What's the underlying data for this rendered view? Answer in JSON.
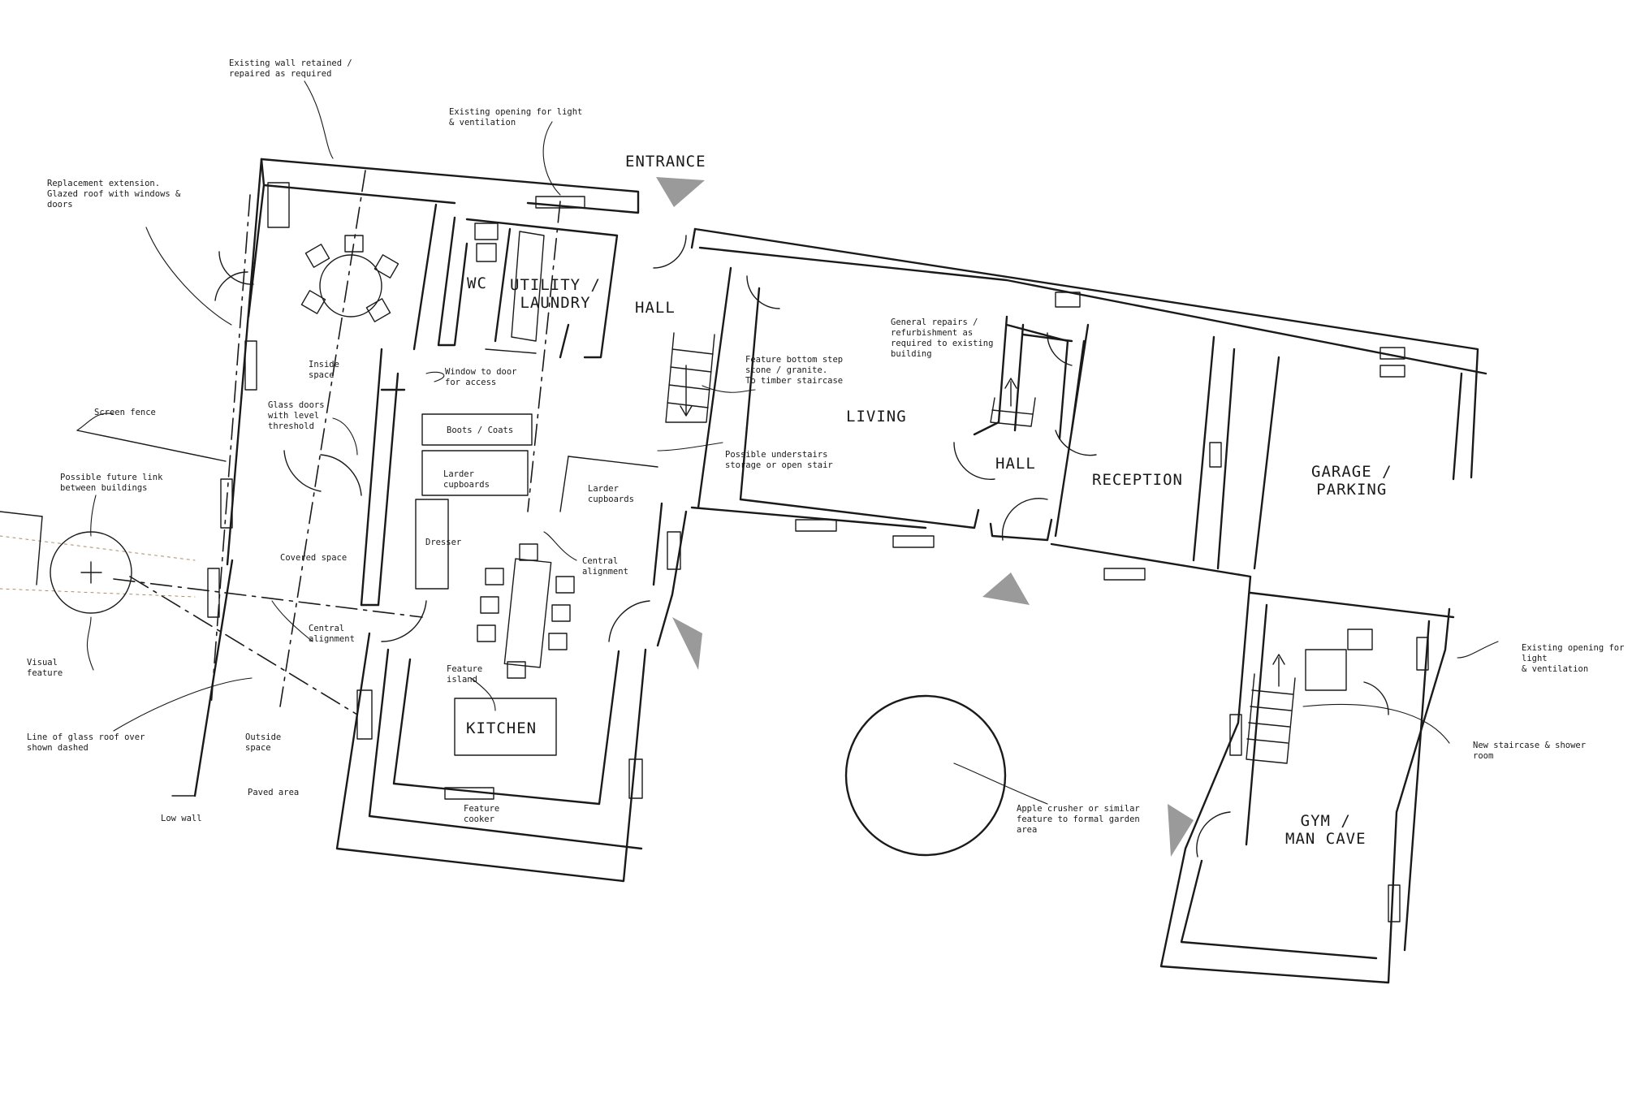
{
  "rooms": {
    "entrance": "ENTRANCE",
    "wc": "WC",
    "utility": "UTILITY /\nLAUNDRY",
    "hall_1": "HALL",
    "living": "LIVING",
    "hall_2": "HALL",
    "reception": "RECEPTION",
    "garage": "GARAGE /\nPARKING",
    "kitchen": "KITCHEN",
    "gym": "GYM /\nMAN CAVE"
  },
  "notes": {
    "existing_wall": "Existing wall retained /\nrepaired as required",
    "existing_opening_top": "Existing opening for light\n& ventilation",
    "replacement_extension": "Replacement extension.\nGlazed roof with windows &\ndoors",
    "inside_space": "Inside\nspace",
    "window_to_door": "Window to door\nfor access",
    "glass_doors": "Glass doors\nwith level\nthreshold",
    "screen_fence": "Screen fence",
    "future_link": "Possible future link\nbetween buildings",
    "boots_coats": "Boots / Coats",
    "larder_1": "Larder\ncupboards",
    "larder_2": "Larder\ncupboards",
    "dresser": "Dresser",
    "covered_space": "Covered space",
    "central_alignment_1": "Central\nalignment",
    "central_alignment_2": "Central\nalignment",
    "feature_step": "Feature bottom step\nstone / granite.\nTo timber staircase",
    "understairs": "Possible understairs\nstorage or open stair",
    "general_repairs": "General repairs /\nrefurbishment as\nrequired to existing\nbuilding",
    "visual_feature": "Visual\nfeature",
    "feature_island": "Feature\nisland",
    "line_glass_roof": "Line of glass roof over\nshown dashed",
    "outside_space": "Outside\nspace",
    "paved_area": "Paved area",
    "low_wall": "Low wall",
    "feature_cooker": "Feature\ncooker",
    "apple_crusher": "Apple crusher or similar\nfeature to formal garden\narea",
    "existing_opening_right": "Existing opening for light\n& ventilation",
    "new_staircase": "New staircase & shower\nroom"
  }
}
